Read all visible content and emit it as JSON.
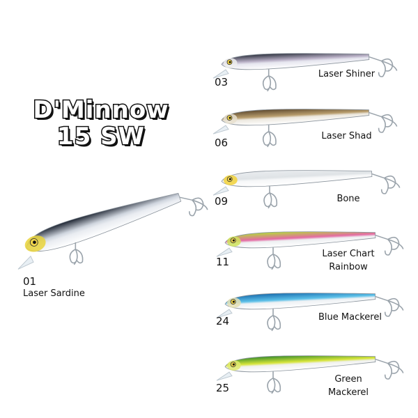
{
  "title": {
    "line1": "D'Minnow",
    "line2": "15 SW"
  },
  "lures": [
    {
      "code": "01",
      "name": "Laser Sardine",
      "back": "#1d2431",
      "belly": "#e9ecf1",
      "accent": "#cfd5de",
      "head": "#e9d43b"
    },
    {
      "code": "03",
      "name": "Laser Shiner",
      "back": "#2f3340",
      "belly": "#e6e6ef",
      "accent": "#b9b0c6",
      "head": "#eeeeee"
    },
    {
      "code": "06",
      "name": "Laser Shad",
      "back": "#5f4b30",
      "belly": "#ece8df",
      "accent": "#b79c6c",
      "head": "#e7e0cf"
    },
    {
      "code": "09",
      "name": "Bone",
      "back": "#e9ecef",
      "belly": "#f6f7f8",
      "accent": "#dfe3e6",
      "head": "#f2d23a"
    },
    {
      "code": "11",
      "name": "Laser Chart Rainbow",
      "name_lines": [
        "Laser Chart",
        "Rainbow"
      ],
      "back": "#b4d83c",
      "belly": "#eef0f2",
      "accent": "#e46aa3",
      "head": "#cfe35a"
    },
    {
      "code": "24",
      "name": "Blue Mackerel",
      "back": "#1b6fb0",
      "belly": "#eef1f4",
      "accent": "#5cc0e8",
      "head": "#e5e0b5"
    },
    {
      "code": "25",
      "name": "Green Mackerel",
      "name_lines": [
        "Green",
        "Mackerel"
      ],
      "back": "#3c8f2a",
      "belly": "#f0f1ef",
      "accent": "#d7e53a",
      "head": "#e0ea6e"
    }
  ]
}
